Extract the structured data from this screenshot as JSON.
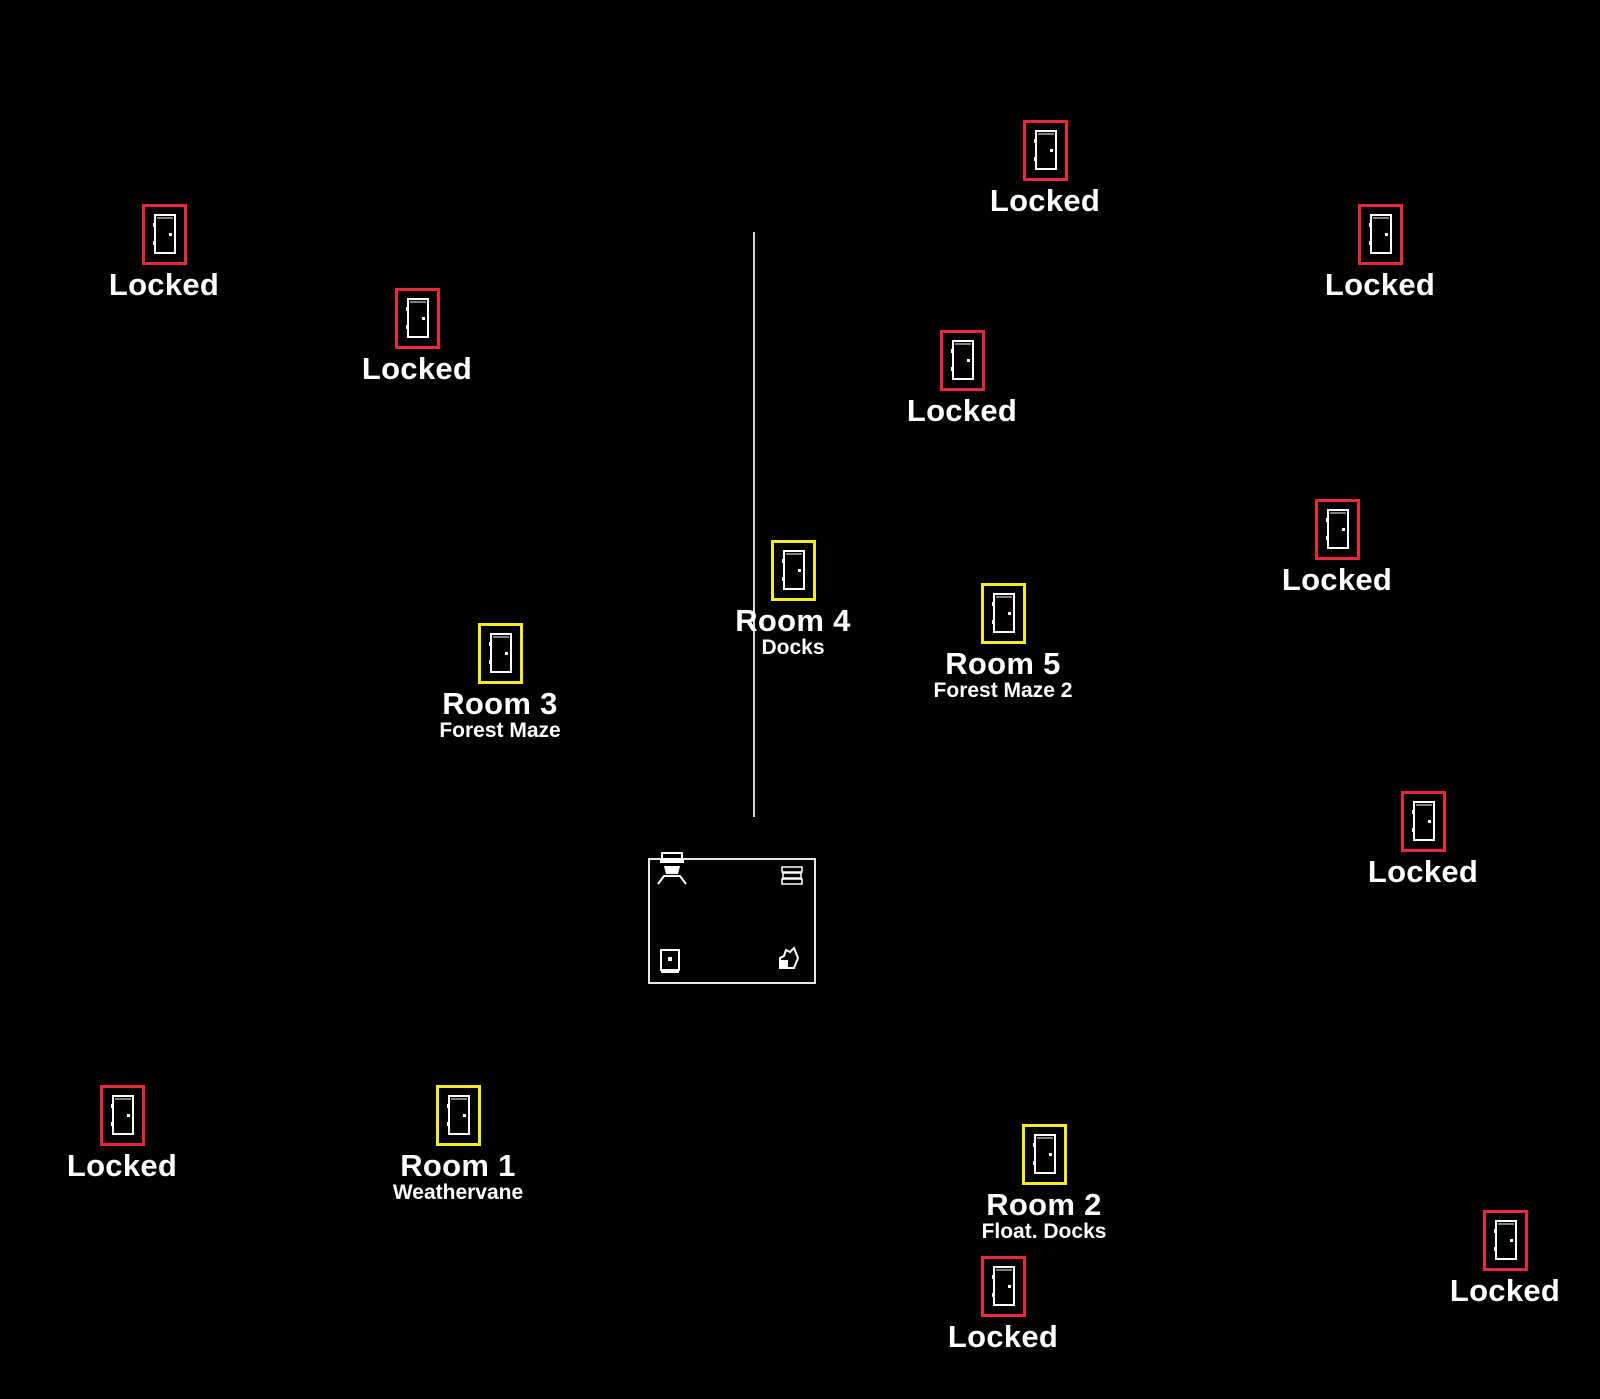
{
  "colors": {
    "background": "#000000",
    "locked_border": "#e8283c",
    "room_border": "#f3ea2a",
    "text": "#ffffff"
  },
  "icons": {
    "door": "door-icon",
    "hub": [
      "character-icon",
      "book-stack-icon",
      "journal-icon",
      "hand-icon"
    ]
  },
  "doors": [
    {
      "id": "locked-1",
      "state": "locked",
      "title": "Locked"
    },
    {
      "id": "locked-2",
      "state": "locked",
      "title": "Locked"
    },
    {
      "id": "locked-3",
      "state": "locked",
      "title": "Locked"
    },
    {
      "id": "locked-4",
      "state": "locked",
      "title": "Locked"
    },
    {
      "id": "locked-5",
      "state": "locked",
      "title": "Locked"
    },
    {
      "id": "locked-6",
      "state": "locked",
      "title": "Locked"
    },
    {
      "id": "locked-7",
      "state": "locked",
      "title": "Locked"
    },
    {
      "id": "locked-8",
      "state": "locked",
      "title": "Locked"
    },
    {
      "id": "locked-9",
      "state": "locked",
      "title": "Locked"
    },
    {
      "id": "locked-10",
      "state": "locked",
      "title": "Locked"
    },
    {
      "id": "room-1",
      "state": "open",
      "title": "Room 1",
      "subtitle": "Weathervane"
    },
    {
      "id": "room-2",
      "state": "open",
      "title": "Room 2",
      "subtitle": "Float. Docks"
    },
    {
      "id": "room-3",
      "state": "open",
      "title": "Room 3",
      "subtitle": "Forest Maze"
    },
    {
      "id": "room-4",
      "state": "open",
      "title": "Room 4",
      "subtitle": "Docks"
    },
    {
      "id": "room-5",
      "state": "open",
      "title": "Room 5",
      "subtitle": "Forest Maze 2"
    }
  ]
}
